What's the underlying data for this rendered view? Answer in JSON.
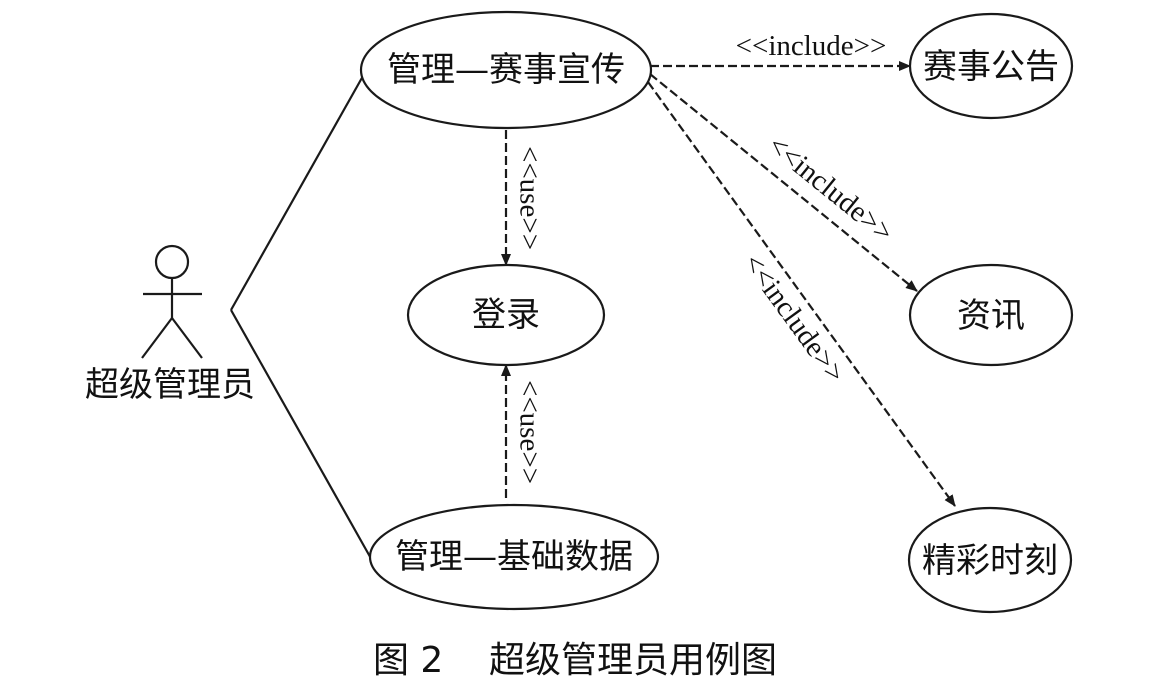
{
  "actor": {
    "label": "超级管理员"
  },
  "use_cases": {
    "manage_promo": "管理—赛事宣传",
    "login": "登录",
    "manage_basic": "管理—基础数据",
    "announcement": "赛事公告",
    "news": "资讯",
    "highlights": "精彩时刻"
  },
  "stereotypes": {
    "use": "<<use>>",
    "include": "<<include>>"
  },
  "caption": "图 2    超级管理员用例图"
}
